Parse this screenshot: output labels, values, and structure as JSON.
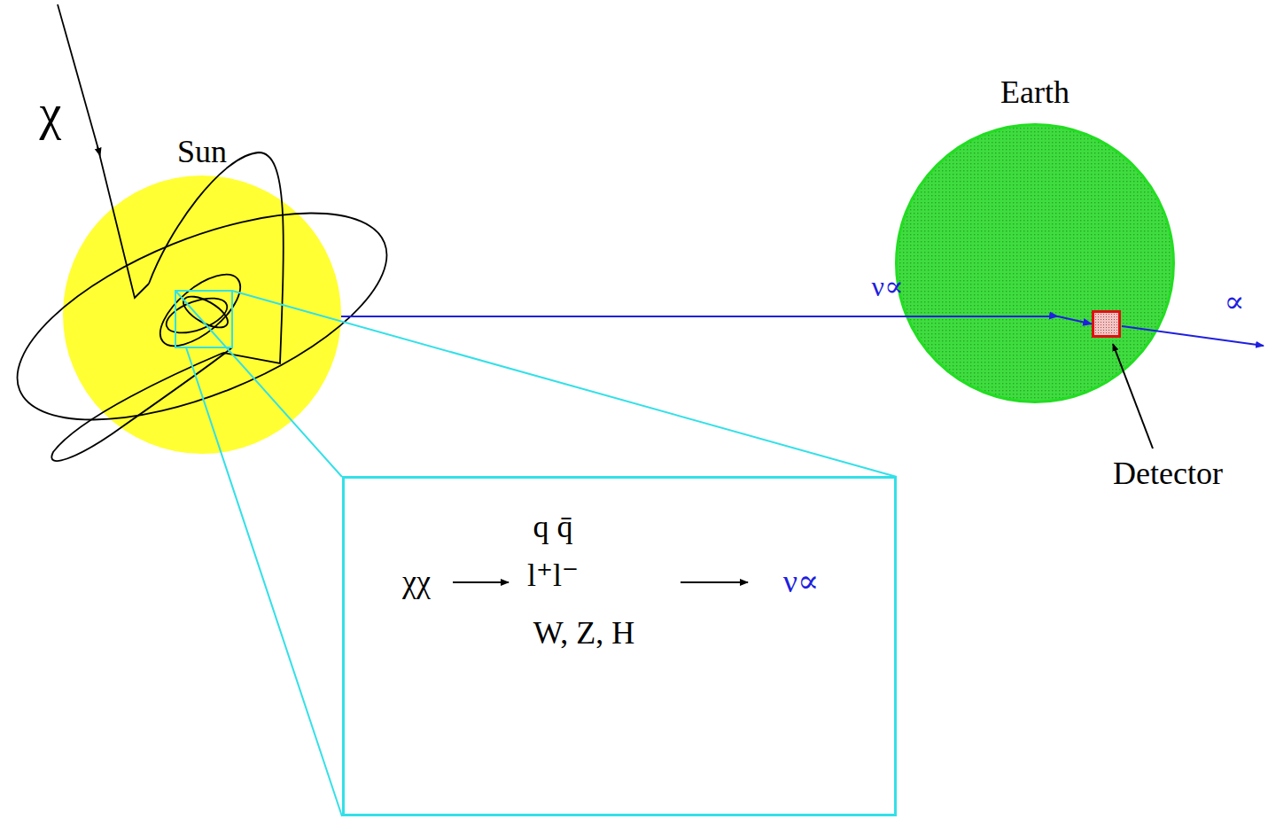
{
  "diagram": {
    "nodes": [
      {
        "text": [
          "Sun"
        ]
      },
      {
        "text": [
          "χχ",
          "q q̄",
          "l⁺l⁻",
          "W, Z, H",
          "ν∝"
        ]
      },
      {
        "text": [
          "Earth"
        ]
      },
      {
        "text": [
          "Detector"
        ],
        "in": 2
      }
    ],
    "edges": [
      {
        "from": 0,
        "to": 3,
        "arrow": "to",
        "label": "ν∝"
      }
    ],
    "labels": [
      "χ",
      "∝"
    ]
  }
}
